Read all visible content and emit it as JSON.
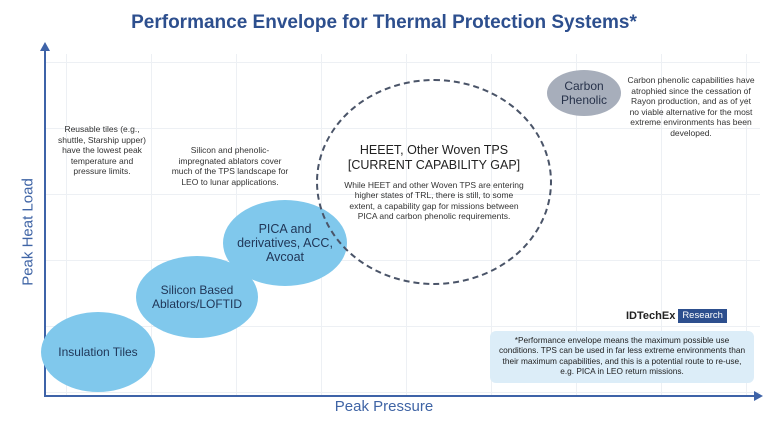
{
  "title": "Performance Envelope for Thermal Protection Systems*",
  "axes": {
    "y_label": "Peak Heat Load",
    "x_label": "Peak Pressure"
  },
  "bubbles": {
    "insulation": "Insulation Tiles",
    "silicon_line1": "Silicon Based",
    "silicon_line2": "Ablators/LOFTID",
    "pica_line1": "PICA and",
    "pica_line2": "derivatives, ACC,",
    "pica_line3": "Avcoat",
    "carbon_line1": "Carbon",
    "carbon_line2": "Phenolic",
    "heeet_title_line1": "HEEET, Other Woven TPS",
    "heeet_title_line2": "[CURRENT CAPABILITY GAP]",
    "heeet_desc": "While HEET and other Woven TPS are entering higher states of TRL, there is still, to some extent, a capability gap for missions between PICA and carbon phenolic requirements."
  },
  "notes": {
    "reusable": "Reusable tiles (e.g., shuttle, Starship upper) have the lowest peak temperature and pressure limits.",
    "silicon": "Silicon and phenolic-impregnated ablators cover much of the TPS landscape for LEO to lunar applications.",
    "carbon": "Carbon phenolic capabilities have atrophied since the cessation of Rayon production, and as of yet no viable alternative for the most extreme environments has been developed."
  },
  "logo": {
    "main": "IDTechEx",
    "sub": "Research"
  },
  "footnote": "*Performance envelope means the maximum possible use conditions. TPS can be used in far less extreme environments than their maximum capabilities, and this is a potential route to re-use, e.g. PICA in LEO return missions.",
  "colors": {
    "title": "#2d4f8e",
    "axis": "#3e63a8",
    "bubble_blue": "#80c8ec",
    "bubble_grey": "#a7aebb",
    "footnote_bg": "#dcedf8"
  }
}
